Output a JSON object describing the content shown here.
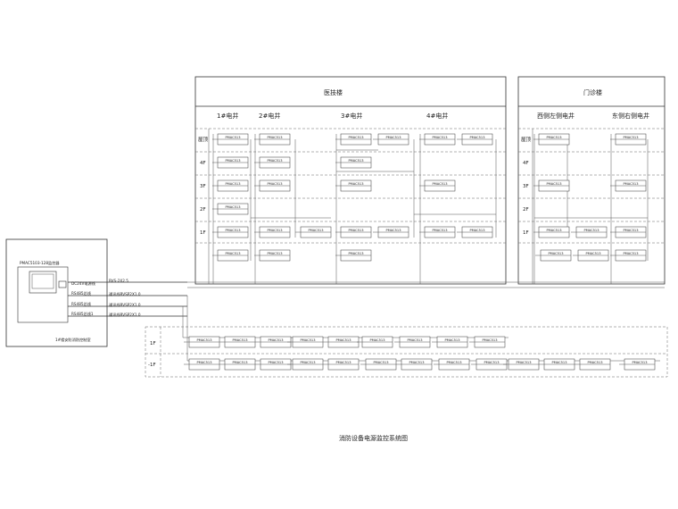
{
  "title": "消防设备电源监控系统图",
  "buildings": [
    {
      "name": "医技楼",
      "shafts": [
        "1#电井",
        "2#电井",
        "3#电井",
        "4#电井"
      ]
    },
    {
      "name": "门诊楼",
      "shafts": [
        "西侧左侧电井",
        "东侧右侧电井"
      ]
    }
  ],
  "floors": [
    "屋顶",
    "4F",
    "3F",
    "2F",
    "1F"
  ],
  "basement_floors": [
    "1F",
    "-1F"
  ],
  "module_model": "PMAC513",
  "host": {
    "name": "PMAC5103-128监控器",
    "ports": [
      "DC24V电源线",
      "RS485总线",
      "RS485总线",
      "RS485总线1"
    ],
    "line_labels": [
      "RVS-2X2.5",
      "通讯线RVSP2X1.0",
      "通讯线RVSP2X1.0",
      "通讯线RVSP2X1.0"
    ],
    "room": "1#楼安防消防控制室"
  },
  "colors": {
    "line": "#333333",
    "background": "#ffffff"
  }
}
